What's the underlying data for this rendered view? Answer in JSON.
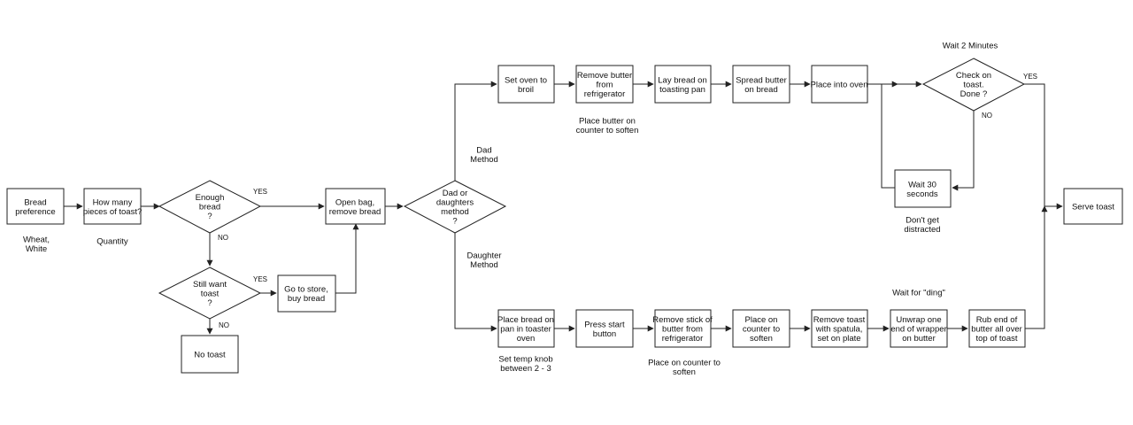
{
  "nodes": {
    "bread_pref": "Bread\npreference",
    "how_many": "How many\npieces of toast?",
    "enough": "Enough\nbread\n?",
    "still_want": "Still want\ntoast\n?",
    "no_toast": "No toast",
    "go_store": "Go to store,\nbuy bread",
    "open_bag": "Open bag,\nremove bread",
    "method": "Dad or\ndaughters\nmethod\n?",
    "set_oven": "Set oven to\nbroil",
    "remove_butter": "Remove butter\nfrom\nrefrigerator",
    "lay_bread": "Lay bread on\ntoasting pan",
    "spread_butter": "Spread butter\non bread",
    "place_oven": "Place into oven",
    "check_toast": "Check on\ntoast.\nDone ?",
    "wait_30": "Wait 30\nseconds",
    "serve": "Serve toast",
    "place_pan": "Place bread on\npan in toaster\noven",
    "press_start": "Press start\nbutton",
    "remove_stick": "Remove stick of\nbutter from\nrefrigerator",
    "place_counter": "Place on\ncounter to\nsoften",
    "remove_toast": "Remove toast\nwith spatula,\nset on plate",
    "unwrap": "Unwrap one\nend of wrapper\non butter",
    "rub_end": "Rub end of\nbutter all over\ntop of toast"
  },
  "annotations": {
    "wheat_white": "Wheat,\nWhite",
    "quantity": "Quantity",
    "dad_method": "Dad\nMethod",
    "daughter_method": "Daughter\nMethod",
    "place_butter_soften": "Place butter on\ncounter to soften",
    "wait_2_min": "Wait 2 Minutes",
    "dont_distracted": "Don't get\ndistracted",
    "set_temp_knob": "Set temp knob\nbetween 2 - 3",
    "place_counter_soften": "Place on counter to\nsoften",
    "wait_ding": "Wait for \"ding\""
  },
  "edge_labels": {
    "yes": "YES",
    "no": "NO"
  }
}
